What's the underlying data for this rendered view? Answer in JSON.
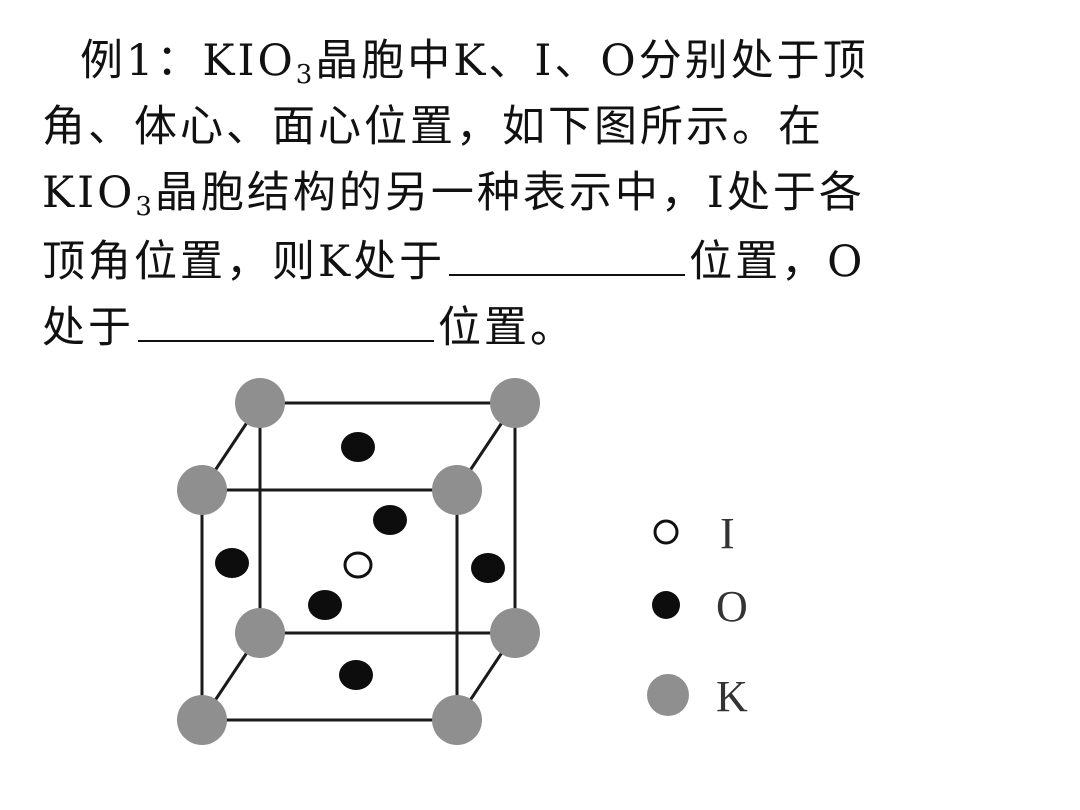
{
  "question": {
    "line1_a": "例1：KIO",
    "line1_sub": "3",
    "line1_b": "晶胞中K、I、O分别处于顶",
    "line2": "角、体心、面心位置，如下图所示。在",
    "line3_a": "KIO",
    "line3_sub": "3",
    "line3_b": "晶胞结构的另一种表示中，I处于各",
    "line4_a": "顶角位置，则K处于",
    "line4_b": "位置，O",
    "line5_a": "处于",
    "line5_b": "位置。"
  },
  "legend": [
    {
      "symbol": "I",
      "style": "open"
    },
    {
      "symbol": "O",
      "style": "black"
    },
    {
      "symbol": "K",
      "style": "gray"
    }
  ],
  "colors": {
    "K_atom": "#8f8f8f",
    "O_atom": "#0d0d0d",
    "I_atom": "#ffffff",
    "edge": "#1a1a1a"
  }
}
